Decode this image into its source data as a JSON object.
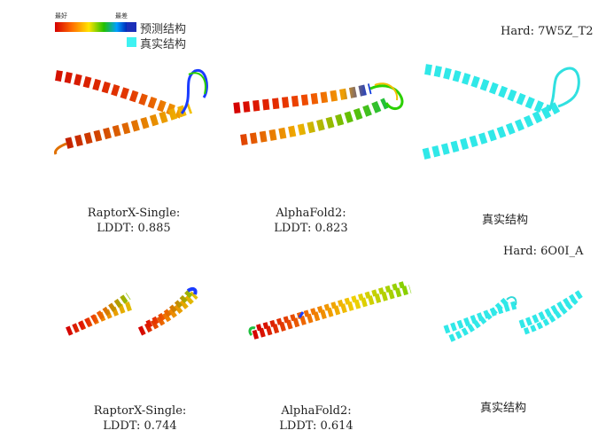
{
  "legend": {
    "best_label": "最好",
    "worst_label": "最差",
    "predicted_label": "预测结构",
    "true_label": "真实结构",
    "predicted_color": "#1b2fb8",
    "true_color": "#3ff2f2"
  },
  "rows": [
    {
      "target": "Hard: 7W5Z_T2",
      "panels": [
        {
          "method": "RaptorX-Single:",
          "score": "LDDT: 0.885"
        },
        {
          "method": "AlphaFold2:",
          "score": "LDDT: 0.823"
        },
        {
          "method": "真实结构",
          "score": ""
        }
      ]
    },
    {
      "target": "Hard: 6O0I_A",
      "panels": [
        {
          "method": "RaptorX-Single:",
          "score": "LDDT: 0.744"
        },
        {
          "method": "AlphaFold2:",
          "score": "LDDT: 0.614"
        },
        {
          "method": "真实结构",
          "score": ""
        }
      ]
    }
  ]
}
